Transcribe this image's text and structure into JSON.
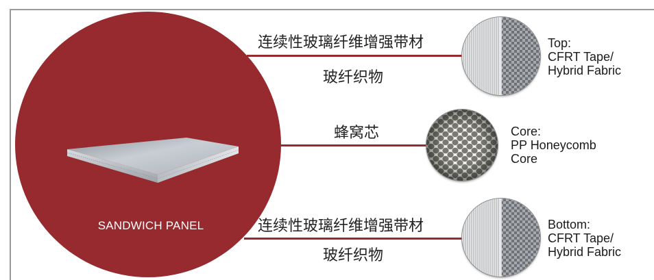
{
  "panel": {
    "label": "SANDWICH PANEL"
  },
  "layers": [
    {
      "cn_line1": "连续性玻璃纤维增强带材",
      "cn_line2": "玻纤织物",
      "en_line1": "Top:",
      "en_line2": "CFRT Tape/",
      "en_line3": "Hybrid Fabric"
    },
    {
      "cn_line1": "蜂窝芯",
      "en_line1": "Core:",
      "en_line2": "PP Honeycomb",
      "en_line3": "Core"
    },
    {
      "cn_line1": "连续性玻璃纤维增强带材",
      "cn_line2": "玻纤织物",
      "en_line1": "Bottom:",
      "en_line2": "CFRT Tape/",
      "en_line3": "Hybrid Fabric"
    }
  ],
  "colors": {
    "accent": "#962a2e",
    "frame": "#9a9a9a",
    "text": "#1a1a1a"
  }
}
